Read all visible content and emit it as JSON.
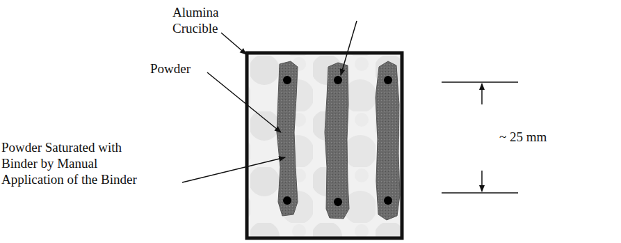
{
  "diagram": {
    "labels": [
      "Alumina Crucible",
      "Powder",
      "Powder Saturated with Binder by Manual Application of the Binder",
      "~ 25 mm"
    ]
  }
}
